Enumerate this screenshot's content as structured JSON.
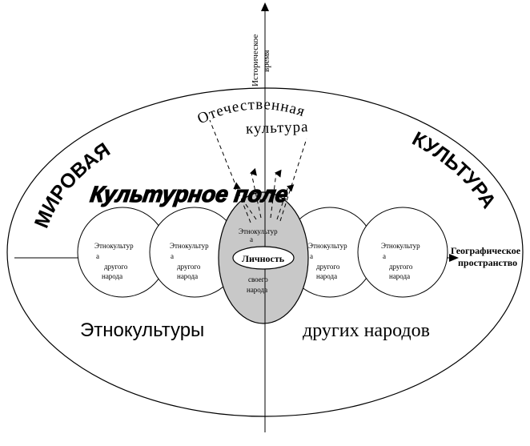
{
  "axes": {
    "vertical_label_line1": "Историческое",
    "vertical_label_line2": "время",
    "horizontal_label_line1": "Географическое",
    "horizontal_label_line2": "пространство"
  },
  "headings": {
    "world_left": "МИРОВАЯ",
    "world_right": "КУЛЬТУРА",
    "national_line1": "Отечественная",
    "national_line2": "культура",
    "cultural_field": "Культурное поле",
    "bottom_left": "Этнокультуры",
    "bottom_right": "других народов"
  },
  "circles": {
    "c1": {
      "line1": "Этнокультур",
      "line2": "а",
      "line3": "другого",
      "line4": "народа"
    },
    "c2": {
      "line1": "Этнокультур",
      "line2": "а",
      "line3": "другого",
      "line4": "народа"
    },
    "c3": {
      "line1": "Этнокультур",
      "line2": "а",
      "line3": "другого",
      "line4": "народа"
    },
    "c4": {
      "line1": "Этнокультур",
      "line2": "а",
      "line3": "другого",
      "line4": "народа"
    }
  },
  "center": {
    "top_line1": "Этнокультур",
    "top_line2": "а",
    "personality": "Личность",
    "bottom_line1": "своего",
    "bottom_line2": "народа"
  },
  "colors": {
    "line": "#000000",
    "center_fill": "#c8c8c8",
    "background": "#ffffff"
  }
}
